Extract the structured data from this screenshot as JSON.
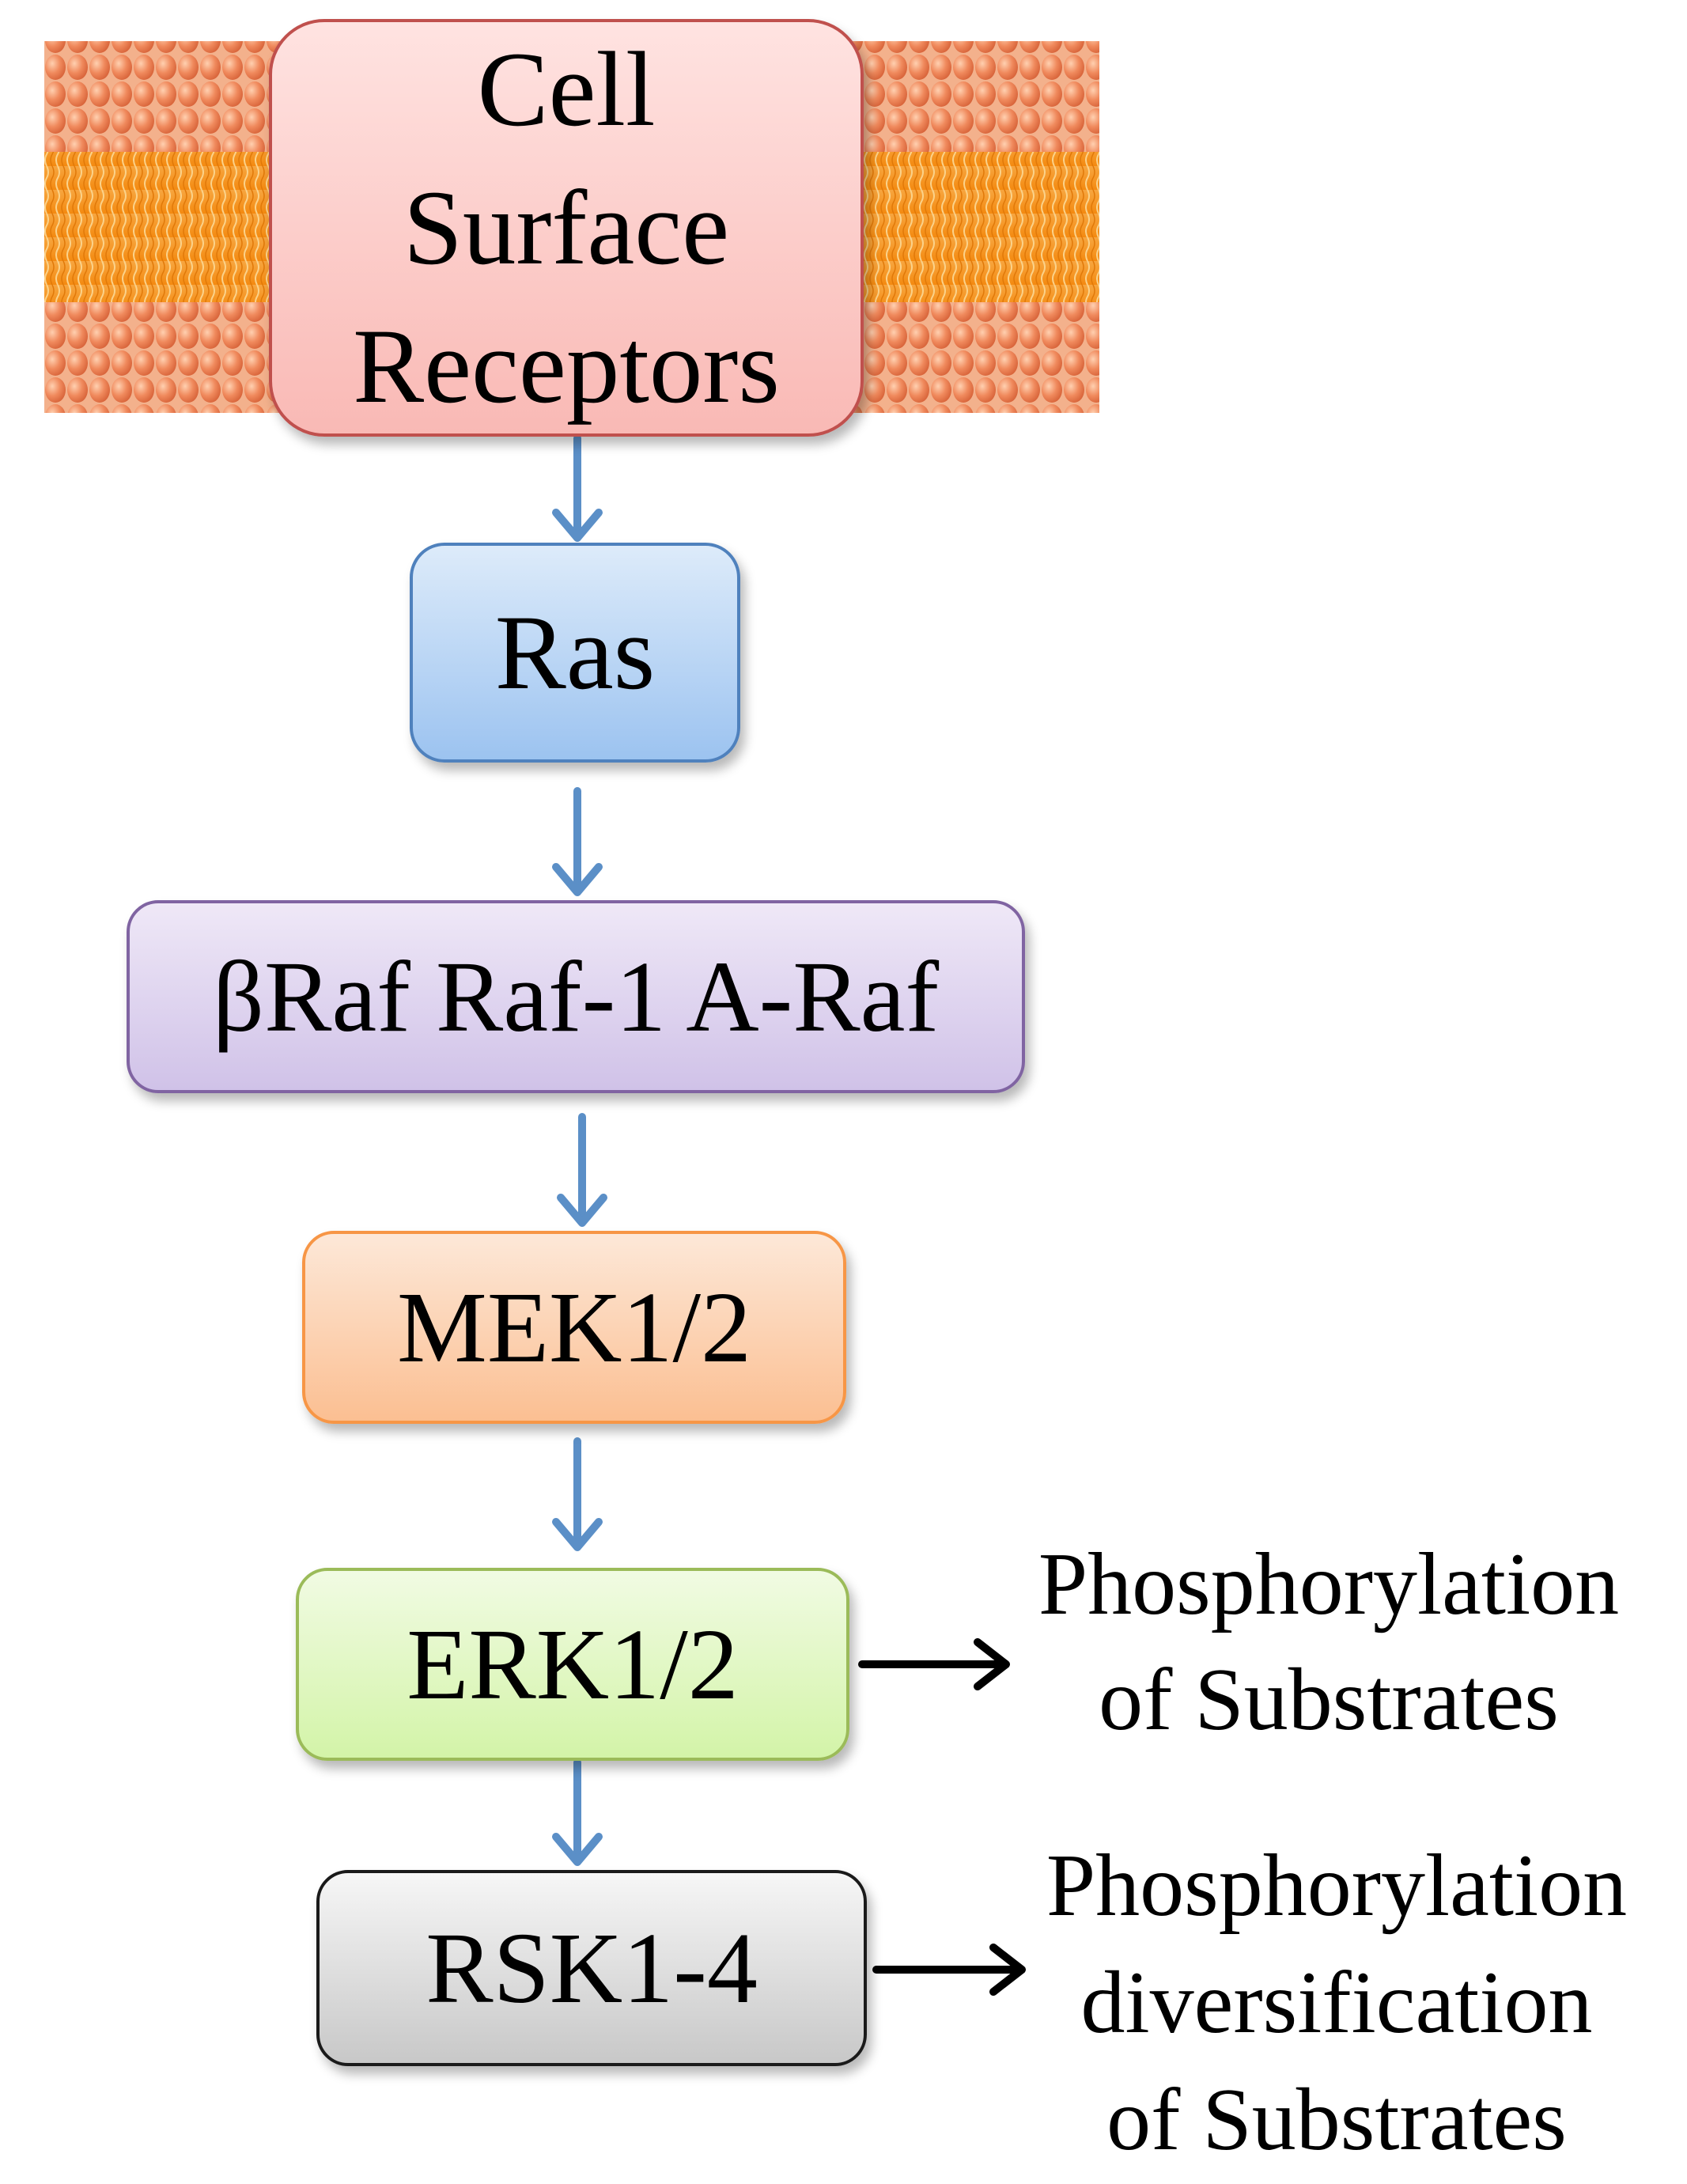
{
  "nodes": {
    "receptors": {
      "label": "Cell\nSurface\nReceptors",
      "color": "#f9b9b5"
    },
    "ras": {
      "label": "Ras",
      "color": "#9cc3f0"
    },
    "raf": {
      "label": "βRaf Raf-1 A-Raf",
      "color": "#d0c2e8"
    },
    "mek": {
      "label": "MEK1/2",
      "color": "#fbbf92"
    },
    "erk": {
      "label": "ERK1/2",
      "color": "#d3f4a8"
    },
    "rsk": {
      "label": "RSK1-4",
      "color": "#c8c8c8"
    }
  },
  "outputs": {
    "erk": "Phosphorylation\nof Substrates",
    "rsk": "Phosphorylation\ndiversification\nof Substrates"
  },
  "edges": [
    {
      "from": "receptors",
      "to": "ras",
      "color": "#5b8fc7"
    },
    {
      "from": "ras",
      "to": "raf",
      "color": "#5b8fc7"
    },
    {
      "from": "raf",
      "to": "mek",
      "color": "#5b8fc7"
    },
    {
      "from": "mek",
      "to": "erk",
      "color": "#5b8fc7"
    },
    {
      "from": "erk",
      "to": "rsk",
      "color": "#5b8fc7"
    },
    {
      "from": "erk",
      "to": "erk-output",
      "color": "#000000"
    },
    {
      "from": "rsk",
      "to": "rsk-output",
      "color": "#000000"
    }
  ],
  "membrane": {
    "head_color": "#f08a5d",
    "tail_color": "#f7941d"
  }
}
